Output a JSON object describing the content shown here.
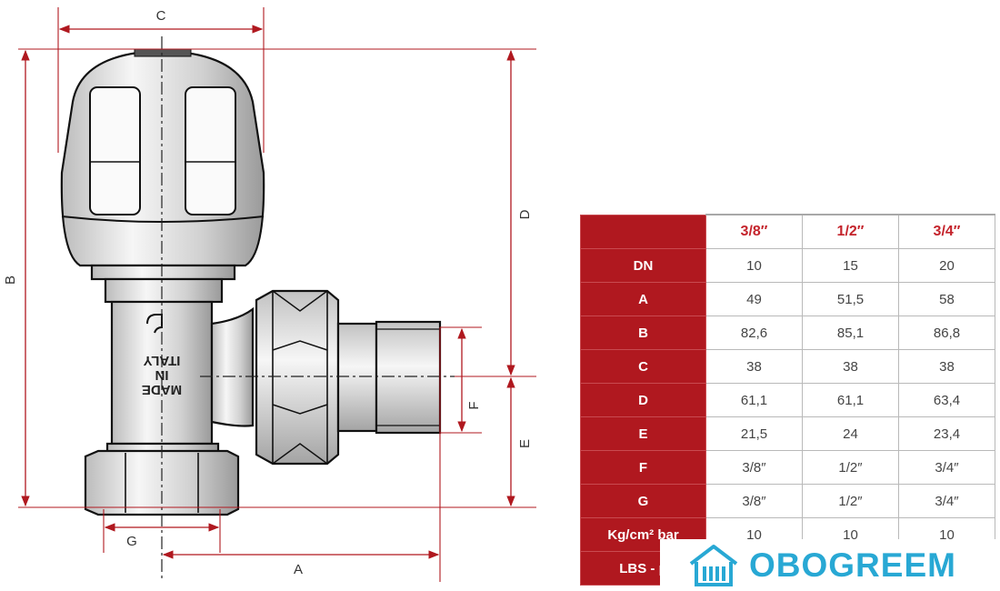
{
  "drawing": {
    "dimensions": [
      "A",
      "B",
      "C",
      "D",
      "E",
      "F",
      "G"
    ],
    "stamp": [
      "MADE",
      "IN",
      "ITALY"
    ]
  },
  "table": {
    "sizes": [
      "3/8″",
      "1/2″",
      "3/4″"
    ],
    "rows": [
      {
        "label": "DN",
        "values": [
          "10",
          "15",
          "20"
        ]
      },
      {
        "label": "A",
        "values": [
          "49",
          "51,5",
          "58"
        ]
      },
      {
        "label": "B",
        "values": [
          "82,6",
          "85,1",
          "86,8"
        ]
      },
      {
        "label": "C",
        "values": [
          "38",
          "38",
          "38"
        ]
      },
      {
        "label": "D",
        "values": [
          "61,1",
          "61,1",
          "63,4"
        ]
      },
      {
        "label": "E",
        "values": [
          "21,5",
          "24",
          "23,4"
        ]
      },
      {
        "label": "F",
        "values": [
          "3/8″",
          "1/2″",
          "3/4″"
        ]
      },
      {
        "label": "G",
        "values": [
          "3/8″",
          "1/2″",
          "3/4″"
        ]
      },
      {
        "label": "Kg/cm² bar",
        "values": [
          "10",
          "10",
          "10"
        ]
      },
      {
        "label": "LBS - p",
        "values": [
          "",
          "",
          ""
        ]
      }
    ]
  },
  "brand": {
    "name": "OBOGREEM",
    "logo_icon": "house-radiator-icon",
    "color": "#28a8d4"
  },
  "colors": {
    "table_label_bg": "#b0181f",
    "size_header": "#c4232b",
    "dimension_lines": "#b0181f"
  }
}
